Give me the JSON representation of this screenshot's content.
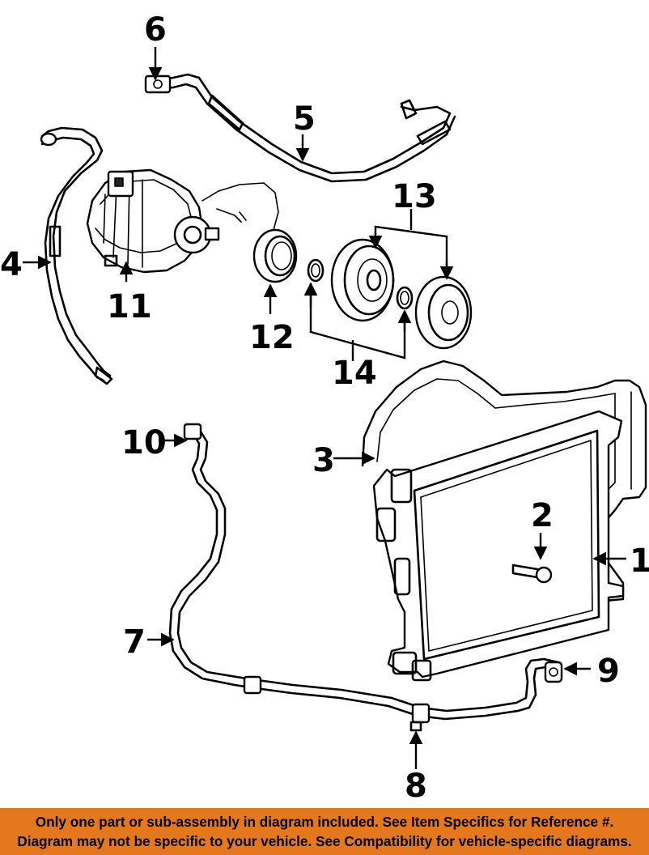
{
  "callouts": {
    "c1": "1",
    "c2": "2",
    "c3": "3",
    "c4": "4",
    "c5": "5",
    "c6": "6",
    "c7": "7",
    "c8": "8",
    "c9": "9",
    "c10": "10",
    "c11": "11",
    "c12": "12",
    "c13": "13",
    "c14": "14"
  },
  "footer": {
    "line1": "Only one part or sub-assembly in diagram included. See Item Specifics for Reference #.",
    "line2": "Diagram may not be specific to your vehicle. See Compatibility for vehicle-specific diagrams.",
    "background": "#e3781e"
  }
}
